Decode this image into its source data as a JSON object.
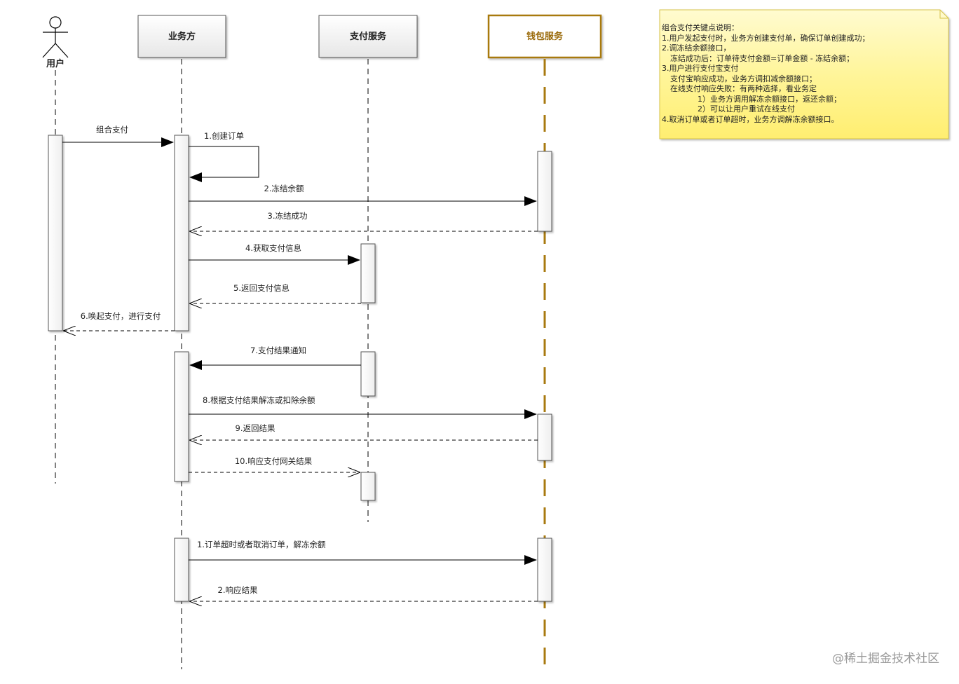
{
  "participants": {
    "user": "用户",
    "biz": "业务方",
    "pay": "支付服务",
    "wallet": "钱包服务"
  },
  "messages": {
    "m0": "组合支付",
    "m1": "1.创建订单",
    "m2": "2.冻结余额",
    "m3": "3.冻结成功",
    "m4": "4.获取支付信息",
    "m5": "5.返回支付信息",
    "m6": "6.唤起支付，进行支付",
    "m7": "7.支付结果通知",
    "m8": "8.根据支付结果解冻或扣除余额",
    "m9": "9.返回结果",
    "m10": "10.响应支付网关结果",
    "n1": "1.订单超时或者取消订单，解冻余额",
    "n2": "2.响应结果"
  },
  "note": {
    "lines": [
      "组合支付关键点说明：",
      "1.用户发起支付时，业务方创建支付单，确保订单创建成功；",
      "2.调冻结余额接口，",
      "冻结成功后：订单待支付金额=订单金额 - 冻结余额；",
      "3.用户进行支付宝支付",
      "支付宝响应成功，业务方调扣减余额接口；",
      "在线支付响应失败：有两种选择，看业务定",
      "1）业务方调用解冻余额接口，返还余额；",
      "2）可以让用户重试在线支付",
      "4.取消订单或者订单超时，业务方调解冻余额接口。"
    ]
  },
  "watermark": "@稀土掘金技术社区",
  "colors": {
    "wallet_accent": "#a87a10",
    "note_fill": "#fff7a8",
    "activation_fill": "#ffffff"
  }
}
